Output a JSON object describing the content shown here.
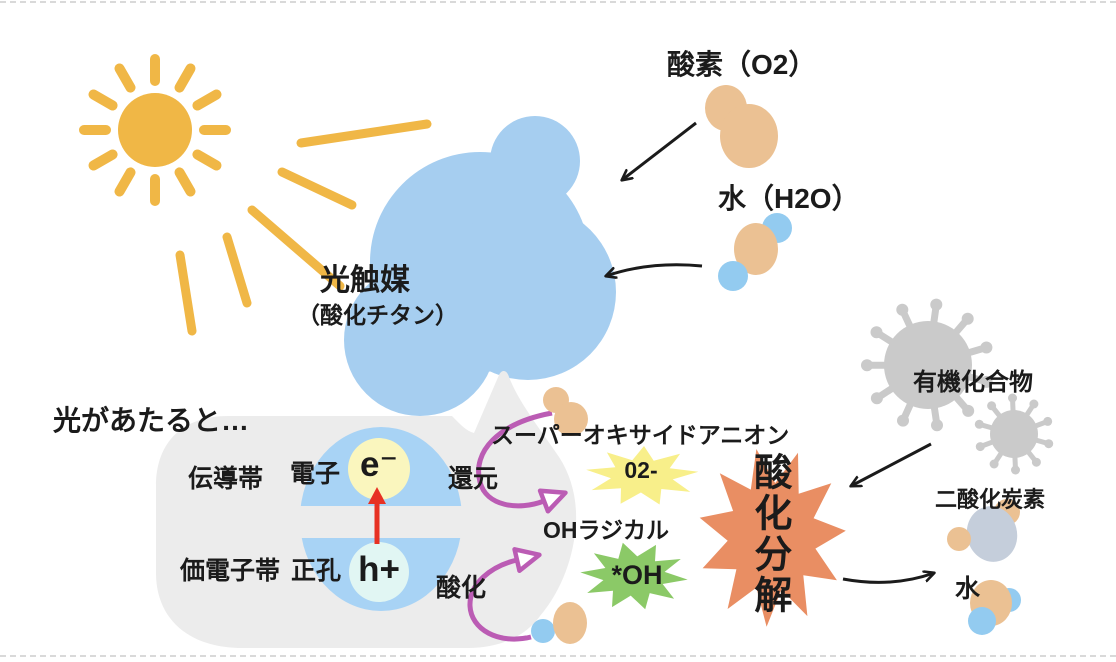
{
  "labels": {
    "oxygen_in": "酸素（O2）",
    "water_in": "水（H2O）",
    "photocatalyst": "光触媒",
    "titanium": "（酸化チタン）",
    "bubble_title": "光があたると…",
    "conduction_band": "伝導帯",
    "electron": "電子",
    "electron_symbol": "e⁻",
    "valence_band": "価電子帯",
    "hole": "正孔",
    "hole_symbol": "h+",
    "reduction": "還元",
    "oxidation": "酸化",
    "superoxide": "スーパーオキサイドアニオン",
    "superoxide_symbol": "02-",
    "oh_radical": "OHラジカル",
    "oh_radical_symbol": "*OH",
    "decomposition": "酸化分解",
    "organic_compound": "有機化合物",
    "co2": "二酸化炭素",
    "water_out": "水"
  },
  "colors": {
    "sun_yellow": "#F0B746",
    "blob_blue": "#A6CEF0",
    "band_blue": "#A8D3F5",
    "electron_fill": "#FAF6BE",
    "hole_fill": "#E1F6F3",
    "bubble_gray": "#ECECEC",
    "superoxide_yellow": "#F8EF8A",
    "radical_green": "#8BC967",
    "decomposition_orange": "#E98E63",
    "magenta": "#BB5CB4",
    "red": "#E73123",
    "molecule_orange": "#EBC193",
    "molecule_blue": "#93CBF0",
    "virus_gray": "#CACACA",
    "co2_gray": "#C5CEDB",
    "ink": "#1b1b1b"
  }
}
